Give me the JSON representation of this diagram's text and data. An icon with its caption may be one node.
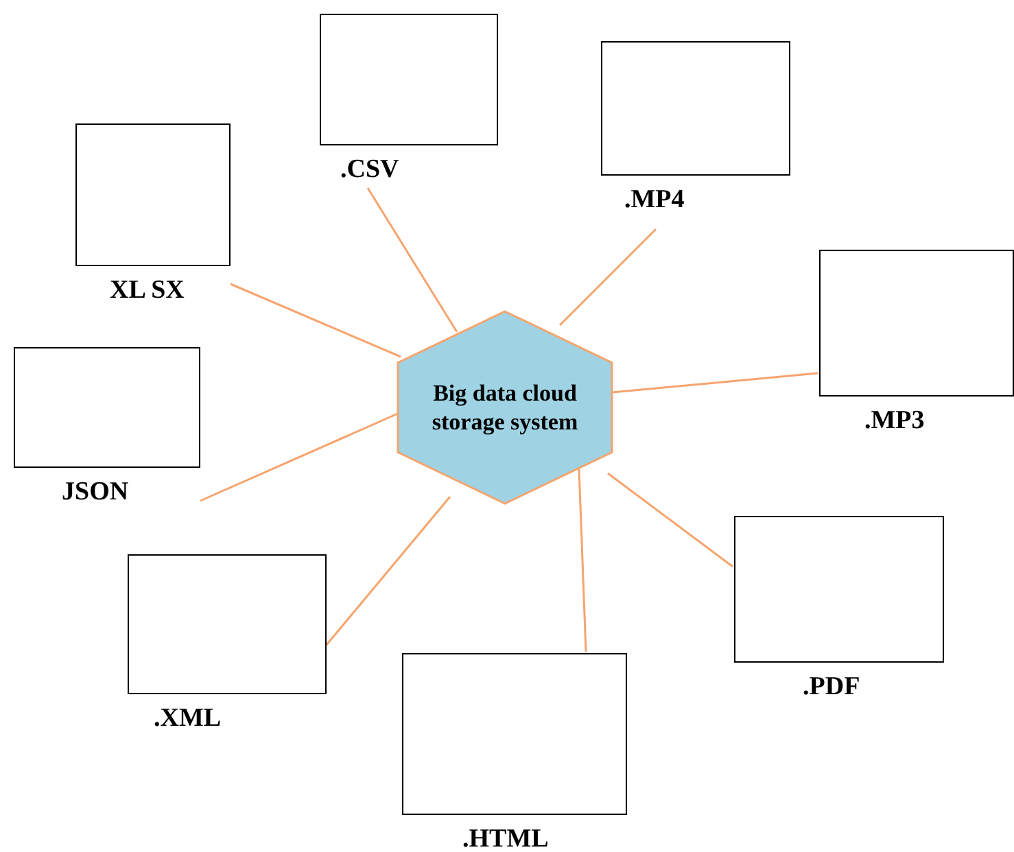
{
  "diagram": {
    "nodes": [
      {
        "text": [
          "Big data cloud storage system"
        ]
      },
      {
        "text": [],
        "shape": "box",
        "beside": [
          ".CSV"
        ]
      },
      {
        "text": [],
        "shape": "box",
        "beside": [
          ".MP4"
        ]
      },
      {
        "text": [],
        "shape": "box",
        "beside": [
          "XL SX"
        ]
      },
      {
        "text": [],
        "shape": "box",
        "beside": [
          ".MP3"
        ]
      },
      {
        "text": [],
        "shape": "box",
        "beside": [
          "JSON"
        ]
      },
      {
        "text": [],
        "shape": "box",
        "beside": [
          ".PDF"
        ]
      },
      {
        "text": [],
        "shape": "box",
        "beside": [
          ".XML"
        ]
      },
      {
        "text": [],
        "shape": "box",
        "beside": [
          ".HTML"
        ]
      }
    ],
    "edges": [
      {
        "from": 0,
        "to": 1,
        "arrow": "none"
      },
      {
        "from": 0,
        "to": 2,
        "arrow": "none"
      },
      {
        "from": 0,
        "to": 3,
        "arrow": "none"
      },
      {
        "from": 0,
        "to": 4,
        "arrow": "none"
      },
      {
        "from": 0,
        "to": 5,
        "arrow": "none"
      },
      {
        "from": 0,
        "to": 6,
        "arrow": "none"
      },
      {
        "from": 0,
        "to": 7,
        "arrow": "none"
      },
      {
        "from": 0,
        "to": 8,
        "arrow": "none"
      }
    ]
  }
}
